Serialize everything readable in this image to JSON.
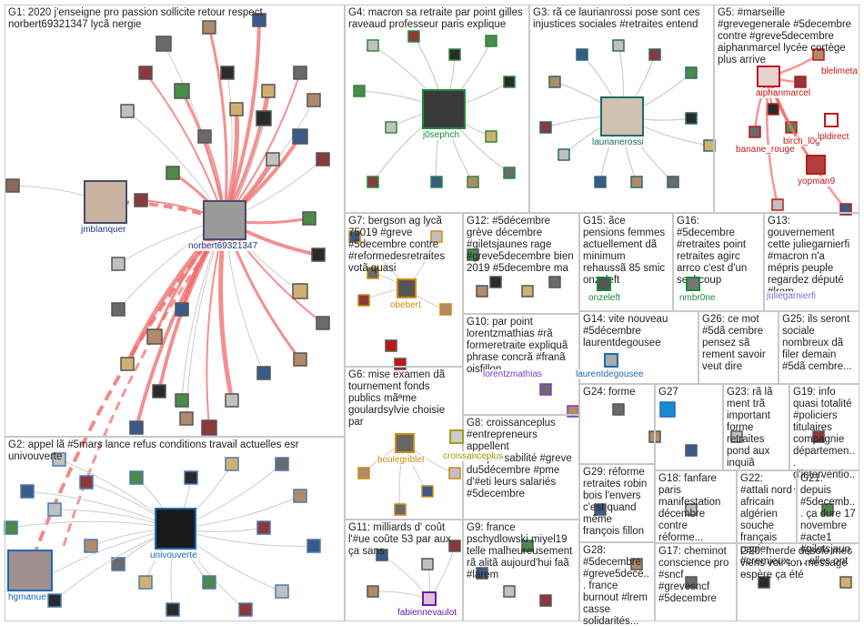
{
  "panels": [
    {
      "id": "G1",
      "title": "G1: 2020 j'enseigne pro passion sollicite retour respect norbert69321347 lycã nergie"
    },
    {
      "id": "G2",
      "title": "G2: appel lã #5mars lance refus conditions travail actuelles esr univouverte"
    },
    {
      "id": "G4",
      "title": "G4: macron sa retraite par point gilles raveaud professeur paris explique"
    },
    {
      "id": "G3",
      "title": "G3: rã ce laurianrossi pose sont ces injustices sociales #retraites entend"
    },
    {
      "id": "G5",
      "title": "G5: #marseille #grevegenerale #5decembre contre #greve5decembre aiphanmarcel lycée cortège plus arrive"
    },
    {
      "id": "G7",
      "title": "G7: bergson ag lycã 75019 #greve #5decembre contre #reformedesretraites votã quasi"
    },
    {
      "id": "G12",
      "title": "G12: #5décembre grève décembre #giletsjaunes rage #greve5decembre bien 2019 #5decembre ma"
    },
    {
      "id": "G15",
      "title": "G15: ãce pensions femmes actuellement dã minimum rehaussã 85 smic onzeleft"
    },
    {
      "id": "G16",
      "title": "G16: #5decembre #retraites point retraites agirc arrco c'est d'un seul coup"
    },
    {
      "id": "G13",
      "title": "G13: gouvernement cette juliegarnierfi #macron n'a mépris peuple regardez député #lrem"
    },
    {
      "id": "G10",
      "title": "G10: par point lorentzmathias #rã formeretraite expliquã phrase concrã #franã oisfillon"
    },
    {
      "id": "G14",
      "title": "G14: vite nouveau #5décembre laurentdegousee"
    },
    {
      "id": "G26",
      "title": "G26: ce mot #5dã cembre pensez sã rement savoir veut dire"
    },
    {
      "id": "G25",
      "title": "G25: ils seront sociale nombreux dã filer demain #5dã cembre..."
    },
    {
      "id": "G6",
      "title": "G6: mise examen dã tournement fonds publics mãªme goulardsylvie choisie par"
    },
    {
      "id": "G24",
      "title": "G24: forme"
    },
    {
      "id": "G27",
      "title": "G27"
    },
    {
      "id": "G23",
      "title": "G23: rã lã ment trã important forme retraites pond aux inquiã"
    },
    {
      "id": "G19",
      "title": "G19: info quasi totalité #policiers titulaires compagnie départemen... d'interventio..."
    },
    {
      "id": "G8",
      "title": "G8: croissanceplus #entrepreneurs appellent #responsabilité #greve du5décembre #pme d'#eti leurs salariés #5decembre"
    },
    {
      "id": "G29",
      "title": "G29: réforme retraites robin bois l'envers c'est quand même françois fillon"
    },
    {
      "id": "G18",
      "title": "G18: fanfare paris manifestation décembre contre réforme..."
    },
    {
      "id": "G22",
      "title": "G22: #attali nord africain algérien souche français papier #cremieux..."
    },
    {
      "id": "G21",
      "title": "G21: depuis #5decemb... ça dure 17 novembre #acte1 #giletsjaun... elles ont"
    },
    {
      "id": "G11",
      "title": "G11: milliards d' coût l'#ue coûte 53 par aux ça sans"
    },
    {
      "id": "G9",
      "title": "G9: france pschydlowski miyel19 telle malheureusement rã alitã aujourd'hui faã #larem"
    },
    {
      "id": "G28",
      "title": "G28: #5decembre #greve5dece... france burnout #lrem casse solidarités..."
    },
    {
      "id": "G17",
      "title": "G17: cheminot conscience pro #sncf #grevesncf #5decembre"
    },
    {
      "id": "G20",
      "title": "G20: merde désole mec viens voir ton message espère ça été"
    }
  ],
  "labels": [
    {
      "id": "norbert",
      "text": "norbert69321347",
      "color": "#1a3a8a"
    },
    {
      "id": "jmblanquer",
      "text": "jmblanquer",
      "color": "#1a3a8a"
    },
    {
      "id": "univouverte",
      "text": "univouverte",
      "color": "#1a6ab5"
    },
    {
      "id": "hgmanue",
      "text": "hgmanue",
      "color": "#1a6ab5"
    },
    {
      "id": "j0sephch",
      "text": "j0sephch",
      "color": "#1a8a3a"
    },
    {
      "id": "laurianne",
      "text": "laurianerossi",
      "color": "#1a6a6a"
    },
    {
      "id": "aiphanmarcel",
      "text": "aiphanmarcel",
      "color": "#c01818"
    },
    {
      "id": "blelimeta",
      "text": "blelimeta",
      "color": "#c01818"
    },
    {
      "id": "banane",
      "text": "banane_rouge",
      "color": "#c01818"
    },
    {
      "id": "birch",
      "text": "birch_l0g",
      "color": "#c01818"
    },
    {
      "id": "lpldirect",
      "text": "lpldirect",
      "color": "#c01818"
    },
    {
      "id": "yopman9",
      "text": "yopman9",
      "color": "#c01818"
    },
    {
      "id": "obebert",
      "text": "obebert",
      "color": "#d08a10"
    },
    {
      "id": "onzeleft",
      "text": "onzeleft",
      "color": "#1a8a3a"
    },
    {
      "id": "nmbr0ne",
      "text": "nmbr0ne",
      "color": "#1a8a3a"
    },
    {
      "id": "jgarnierfi",
      "text": "juliegarnierfi",
      "color": "#7a6ad0"
    },
    {
      "id": "lorentz",
      "text": "lorentzmathias",
      "color": "#7a3ad0"
    },
    {
      "id": "laurentdeg",
      "text": "laurentdegousee",
      "color": "#1a6ab5"
    },
    {
      "id": "boulegriblet",
      "text": "boulegriblet",
      "color": "#d08a10"
    },
    {
      "id": "croiss",
      "text": "croissanceplus",
      "color": "#a0a010"
    },
    {
      "id": "fabienne",
      "text": "fabiennevaulot",
      "color": "#6a1ab5"
    }
  ]
}
